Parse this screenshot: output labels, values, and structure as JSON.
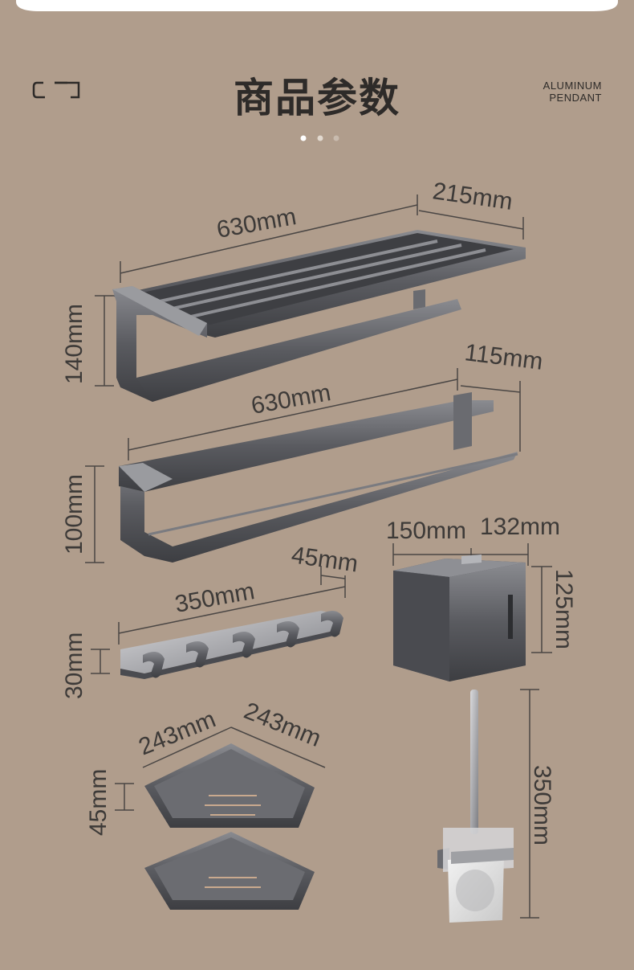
{
  "header": {
    "title": "商品参数",
    "brand_line1": "ALUMINUM",
    "brand_line2": "PENDANT"
  },
  "carousel": {
    "count": 3,
    "active_index": 0
  },
  "products": {
    "towel_rack": {
      "width": "630mm",
      "depth": "215mm",
      "height": "140mm"
    },
    "towel_bar": {
      "width": "630mm",
      "depth": "115mm",
      "height": "100mm"
    },
    "tissue_box": {
      "width": "150mm",
      "depth": "132mm",
      "height": "125mm"
    },
    "hook_rail": {
      "width": "350mm",
      "depth": "45mm",
      "height": "30mm"
    },
    "corner_shelf": {
      "side_a": "243mm",
      "side_b": "243mm",
      "height": "45mm"
    },
    "toilet_brush": {
      "height": "350mm"
    }
  },
  "colors": {
    "background": "#b09d8c",
    "text": "#2e2b29",
    "metal": "#5c5d62"
  }
}
